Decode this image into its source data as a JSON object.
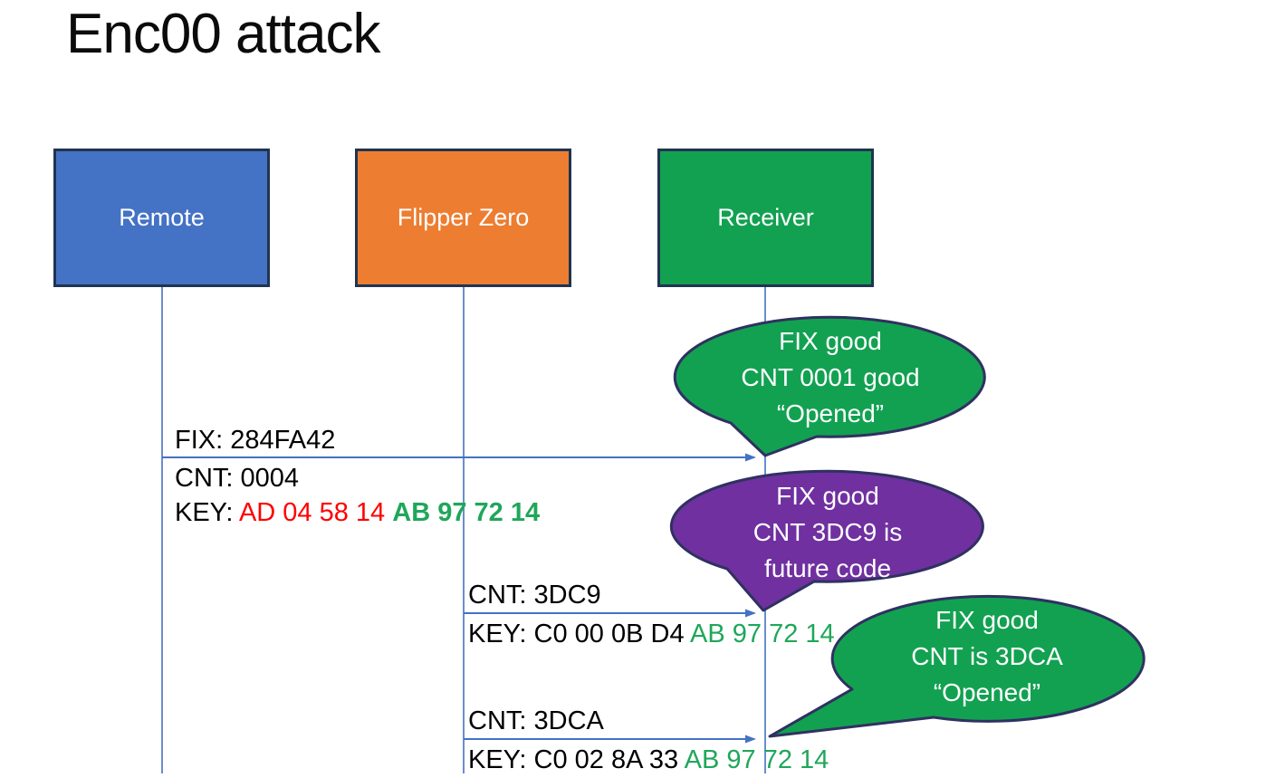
{
  "title": "Enc00 attack",
  "actors": [
    {
      "id": "remote",
      "label": "Remote",
      "color": "#4472c4"
    },
    {
      "id": "flipper-zero",
      "label": "Flipper Zero",
      "color": "#ed7d31"
    },
    {
      "id": "receiver",
      "label": "Receiver",
      "color": "#12a151"
    }
  ],
  "messages": [
    {
      "from": "remote",
      "to": "receiver",
      "label_above": "FIX: 284FA42",
      "line2": "CNT: 0004",
      "key_prefix": "KEY: ",
      "key_red": "AD 04 58 14 ",
      "key_green": "AB 97 72 14"
    },
    {
      "from": "flipper-zero",
      "to": "receiver",
      "label_above": "CNT: 3DC9",
      "key_prefix": "KEY: C0 00 0B D4 ",
      "key_green": "AB 97 72 14"
    },
    {
      "from": "flipper-zero",
      "to": "receiver",
      "label_above": "CNT: 3DCA",
      "key_prefix": "KEY: C0 02 8A 33 ",
      "key_green": "AB 97 72 14"
    }
  ],
  "callouts": [
    {
      "color": "#12a151",
      "lines": [
        "FIX good",
        "CNT 0001 good",
        "“Opened”"
      ]
    },
    {
      "color": "#7030a0",
      "lines": [
        "FIX good",
        "CNT 3DC9 is",
        "future code"
      ]
    },
    {
      "color": "#12a151",
      "lines": [
        "FIX good",
        "CNT is 3DCA",
        "“Opened”"
      ]
    }
  ],
  "palette": {
    "accent_blue": "#4472c4",
    "accent_orange": "#ed7d31",
    "accent_green": "#12a151",
    "accent_purple": "#7030a0",
    "box_border": "#1f3450",
    "bubble_border": "#2f3160",
    "text_red": "#fe0000",
    "text_green": "#1fa75a",
    "connector_blue": "#4472c4"
  }
}
